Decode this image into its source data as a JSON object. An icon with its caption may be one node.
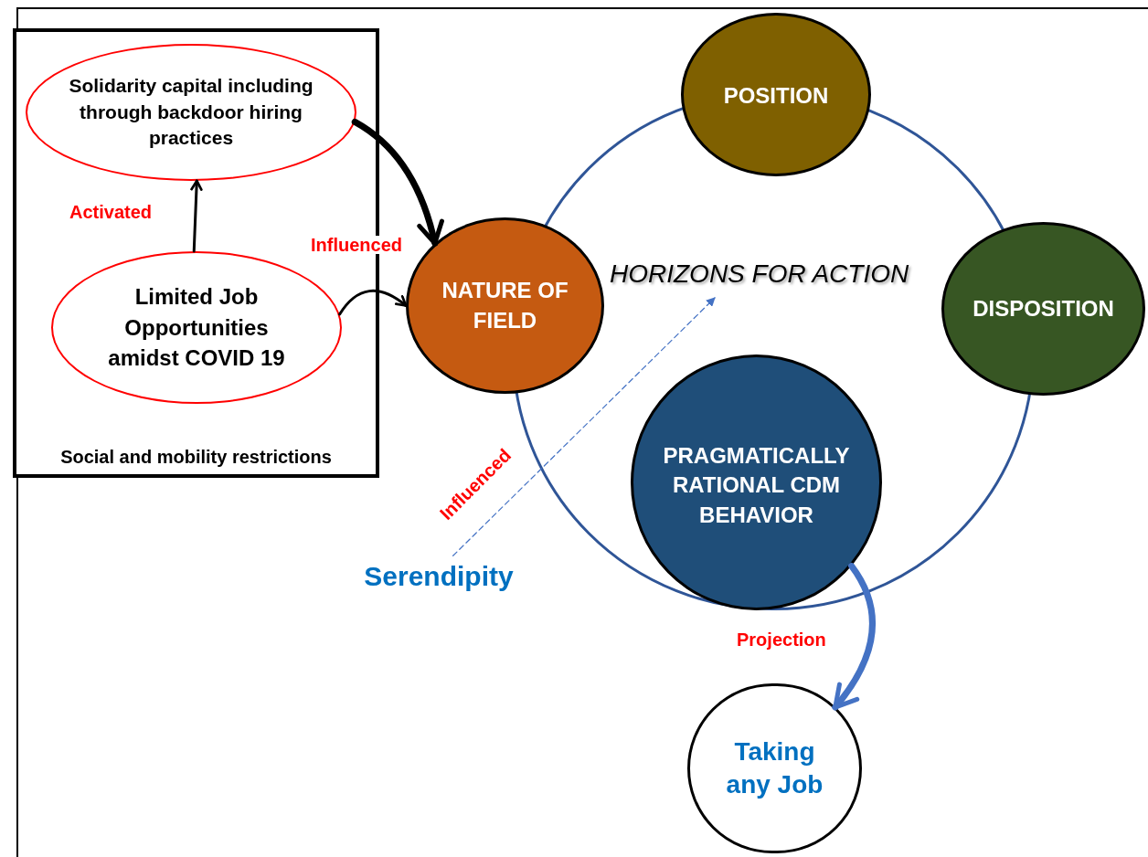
{
  "diagram": {
    "nodes": [
      {
        "text": [
          "Social and mobility restrictions"
        ]
      },
      {
        "text": [
          "**Solidarity capital** including through backdoor hiring practices"
        ],
        "in": 0
      },
      {
        "text": [
          "Limited Job Opportunities amidst COVID 19"
        ],
        "in": 0
      },
      {
        "text": [
          "HORIZONS FOR ACTION"
        ]
      },
      {
        "text": [
          "NATURE OF FIELD"
        ]
      },
      {
        "text": [
          "POSITION"
        ]
      },
      {
        "text": [
          "DISPOSITION"
        ]
      },
      {
        "text": [
          "PRAGMATICALLY RATIONAL CDM BEHAVIOR"
        ],
        "in": 3
      },
      {
        "text": [
          "Taking any Job"
        ]
      },
      {
        "text": [
          "Serendipity"
        ]
      }
    ],
    "edges": [
      {
        "from": 2,
        "to": 1,
        "arrow": "to",
        "label": "Activated"
      },
      {
        "from": 1,
        "to": 4,
        "arrow": "to",
        "label": "Influenced",
        "style": "thick"
      },
      {
        "from": 2,
        "to": 4,
        "arrow": "to"
      },
      {
        "from": 9,
        "to": null,
        "arrow": "to",
        "label": "Influenced",
        "style": "dashed",
        "color": "#4472c4"
      },
      {
        "from": 7,
        "to": 8,
        "arrow": "to",
        "label": "Projection",
        "style": "thick",
        "color": "#4472c4"
      }
    ]
  }
}
